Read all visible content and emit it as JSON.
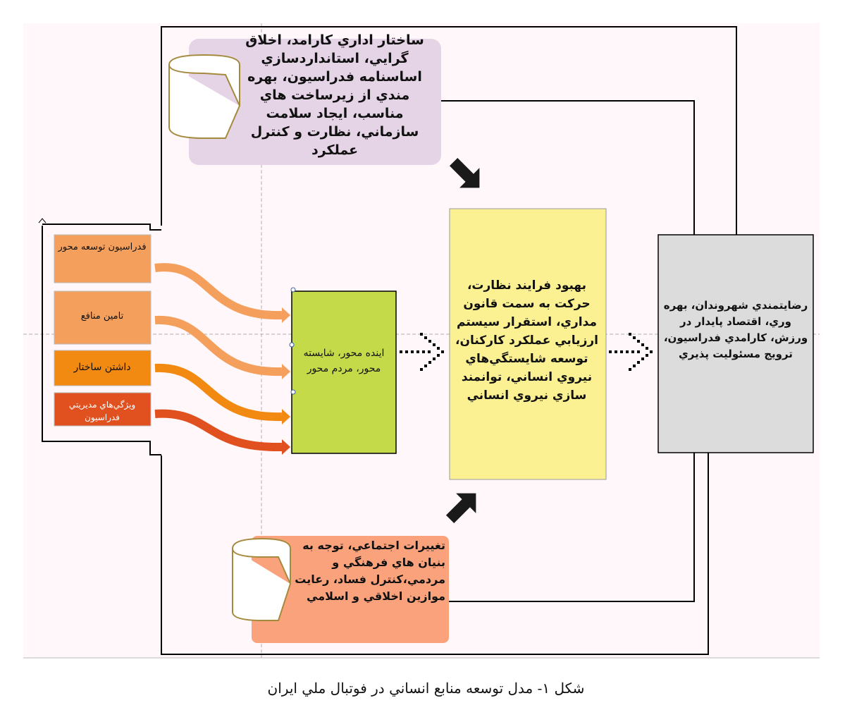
{
  "top_box": {
    "text": "ساختار اداري كارامد، اخلاق گرايي، استانداردسازي اساسنامه فدراسيون، بهره مندي از زيرساخت هاي مناسب، ايجاد سلامت سازماني، نظارت و كنترل عملكرد",
    "color": "#e5d3e6"
  },
  "bottom_box": {
    "text": "تغييرات اجتماعي، توجه به بنيان هاي فرهنگي و مردمي،كنترل فساد، رعايت موازين اخلاقي و اسلامي",
    "color": "#f9a27c"
  },
  "left_boxes": [
    {
      "label": "فدراسيون توسعه محور",
      "color": "#f4a05c"
    },
    {
      "label": "تامين منافع",
      "color": "#f4a05c"
    },
    {
      "label": "داشتن ساختار",
      "color": "#f28a12"
    },
    {
      "label": "ويژگي‌هاي مديريتي فدراسيون",
      "color": "#e1501f"
    }
  ],
  "green_box": {
    "text": "اينده محور، شايسته محور، مردم محور",
    "color": "#c4da48"
  },
  "center_box": {
    "text": "بهبود فرايند نظارت، حركت به سمت قانون مداري، استقرار سيستم ارزيابي عملكرد كاركنان، توسعه شايستگي‌هاي نيروي انساني، توانمند سازي نيروي انساني",
    "color": "#fbf192"
  },
  "right_box": {
    "text": "رضايتمندي شهروندان، بهره وري، اقتصاد پايدار در ورزش، كارامدي فدراسيون، ترويج مسئوليت پذيري",
    "color": "#dcdcdc"
  },
  "caption": "شكل ۱- مدل توسعه منابع انساني در فوتبال ملي ايران"
}
